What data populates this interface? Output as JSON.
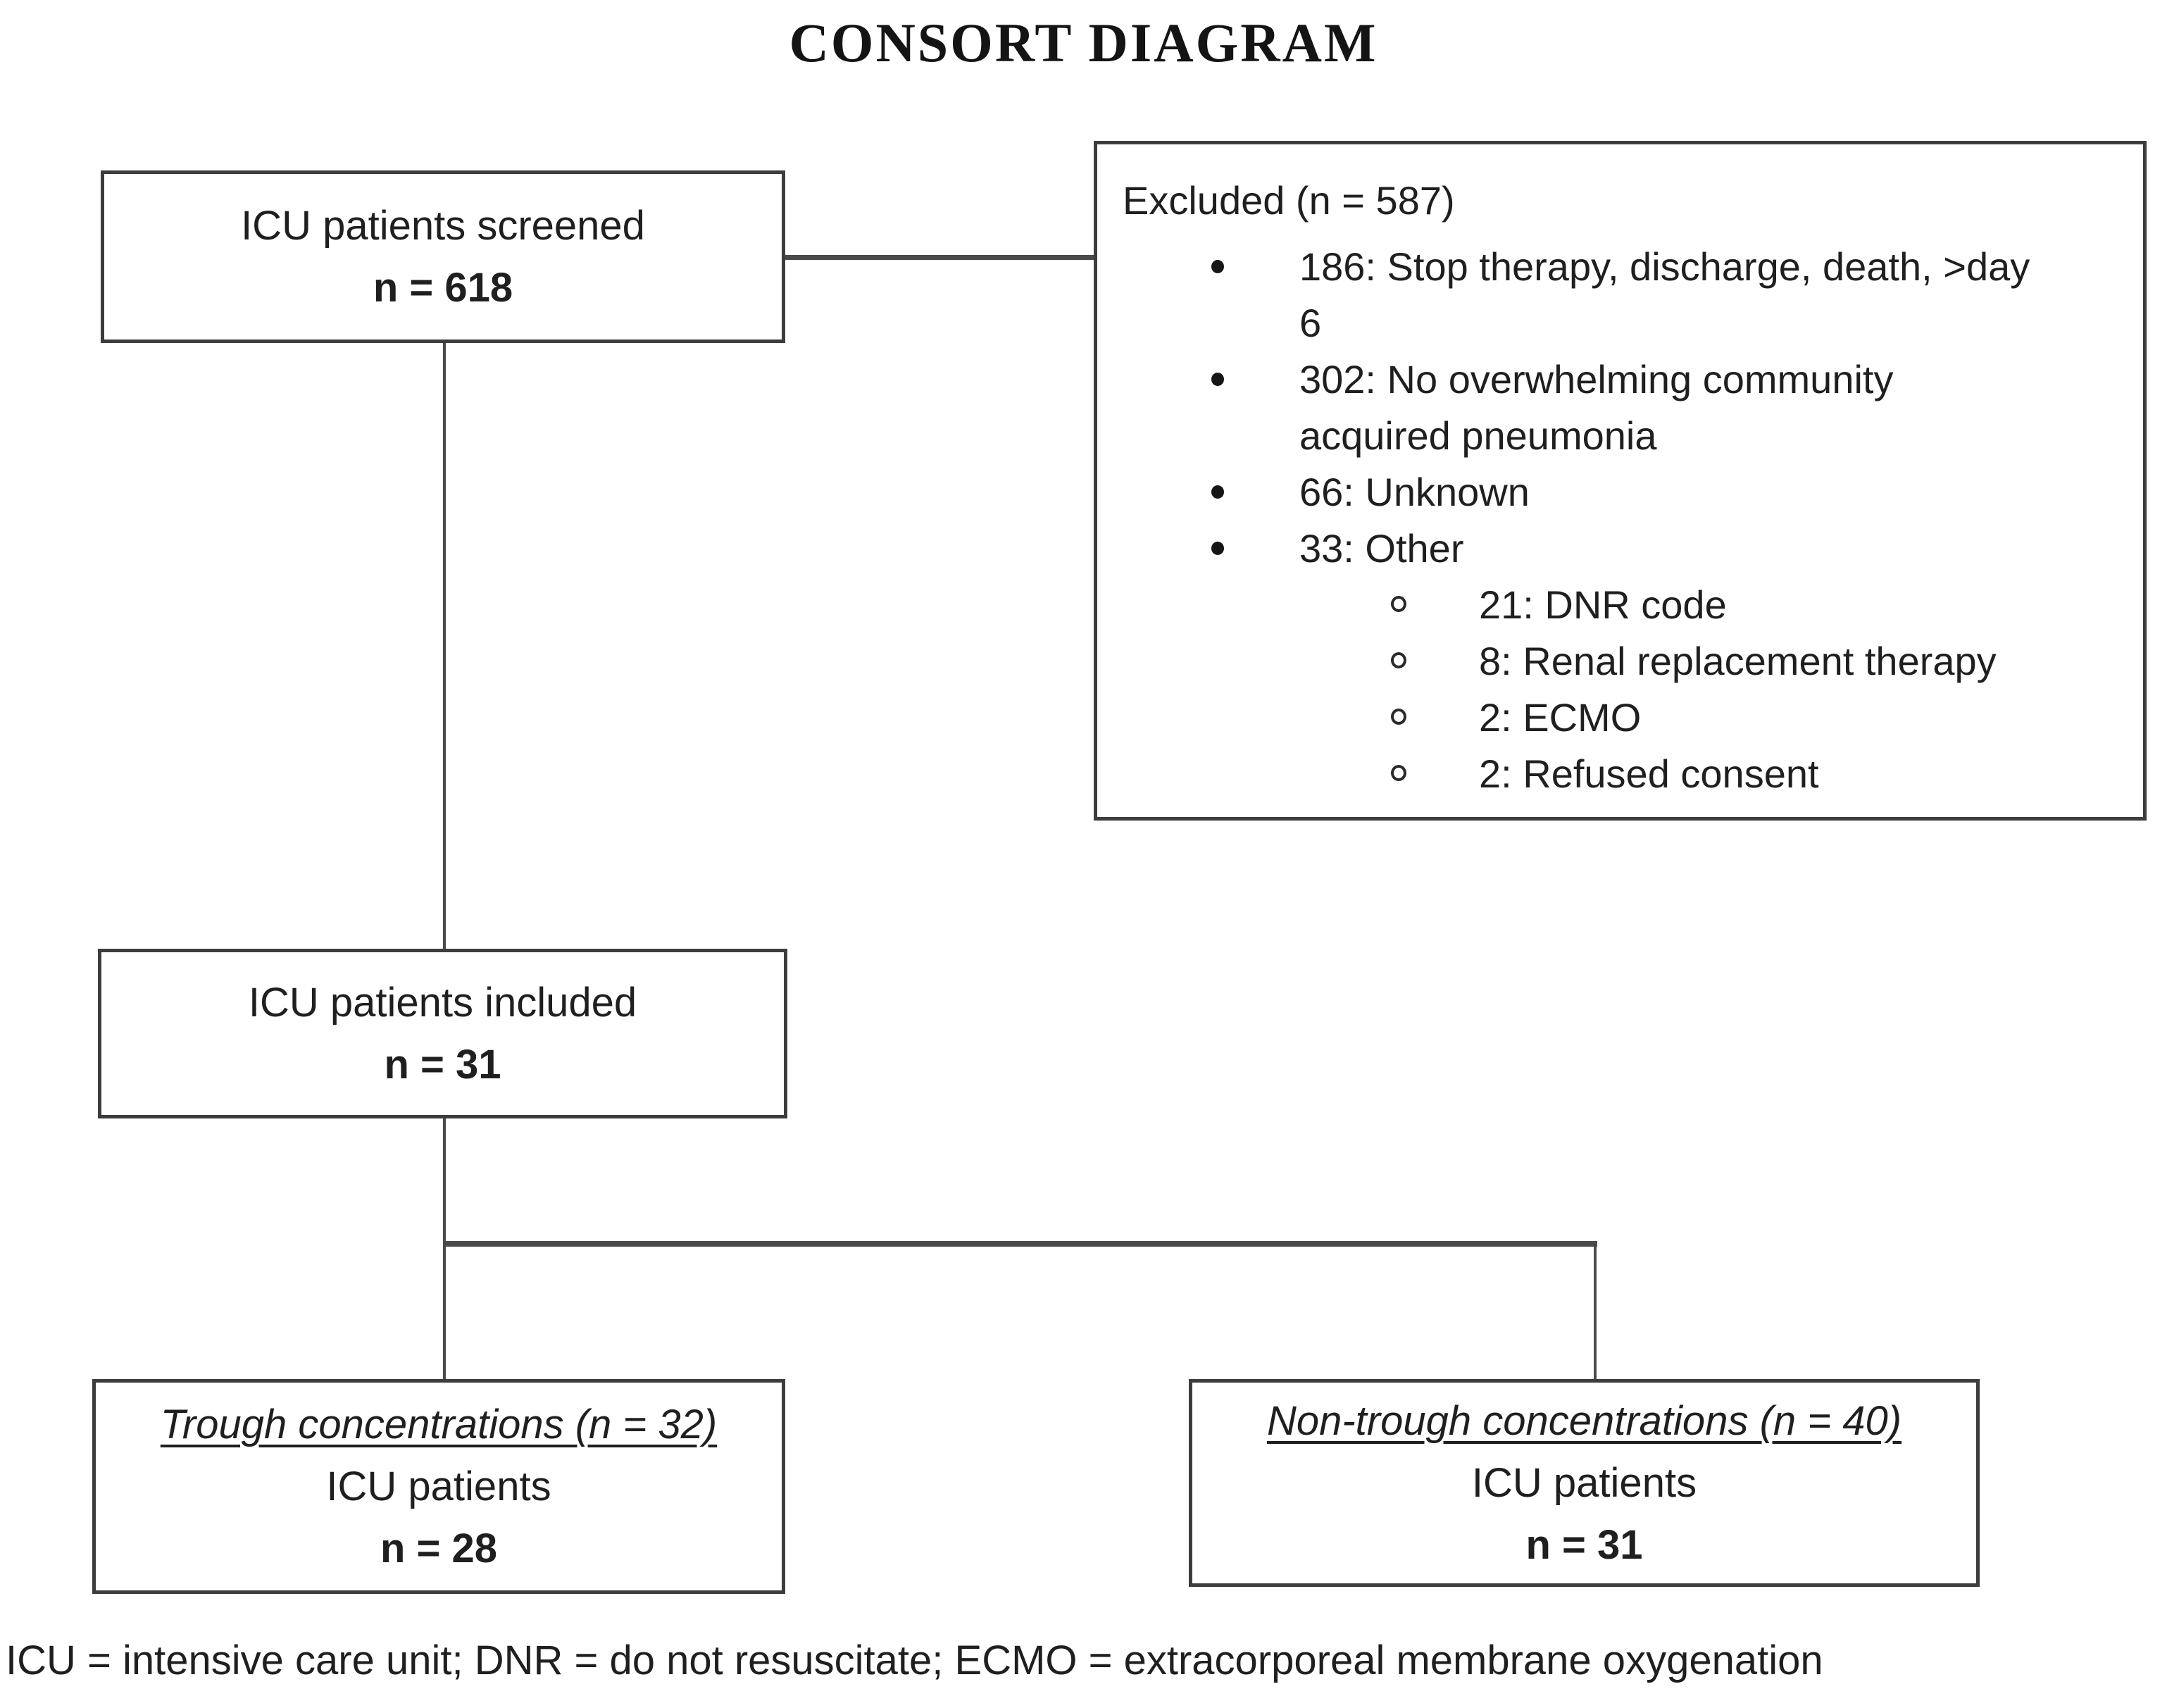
{
  "title": "CONSORT DIAGRAM",
  "boxes": {
    "screened": {
      "label": "ICU patients screened",
      "count": "n = 618"
    },
    "excluded": {
      "header": "Excluded (n = 587)",
      "items": [
        {
          "text": "186: Stop therapy, discharge, death, >day\n6"
        },
        {
          "text": "302: No overwhelming community\nacquired pneumonia"
        },
        {
          "text": "66: Unknown"
        },
        {
          "text": "33: Other"
        }
      ],
      "sub_items": [
        {
          "text": "21: DNR code"
        },
        {
          "text": "8: Renal replacement therapy"
        },
        {
          "text": "2: ECMO"
        },
        {
          "text": "2: Refused consent"
        }
      ]
    },
    "included": {
      "label": "ICU patients included",
      "count": "n = 31"
    },
    "trough": {
      "heading": "Trough concentrations (n = 32)",
      "label": "ICU patients",
      "count": "n = 28"
    },
    "non_trough": {
      "heading": "Non-trough concentrations (n = 40)",
      "label": "ICU patients",
      "count": "n = 31"
    }
  },
  "footer": "ICU = intensive care unit; DNR = do not resuscitate; ECMO = extracorporeal membrane oxygenation"
}
